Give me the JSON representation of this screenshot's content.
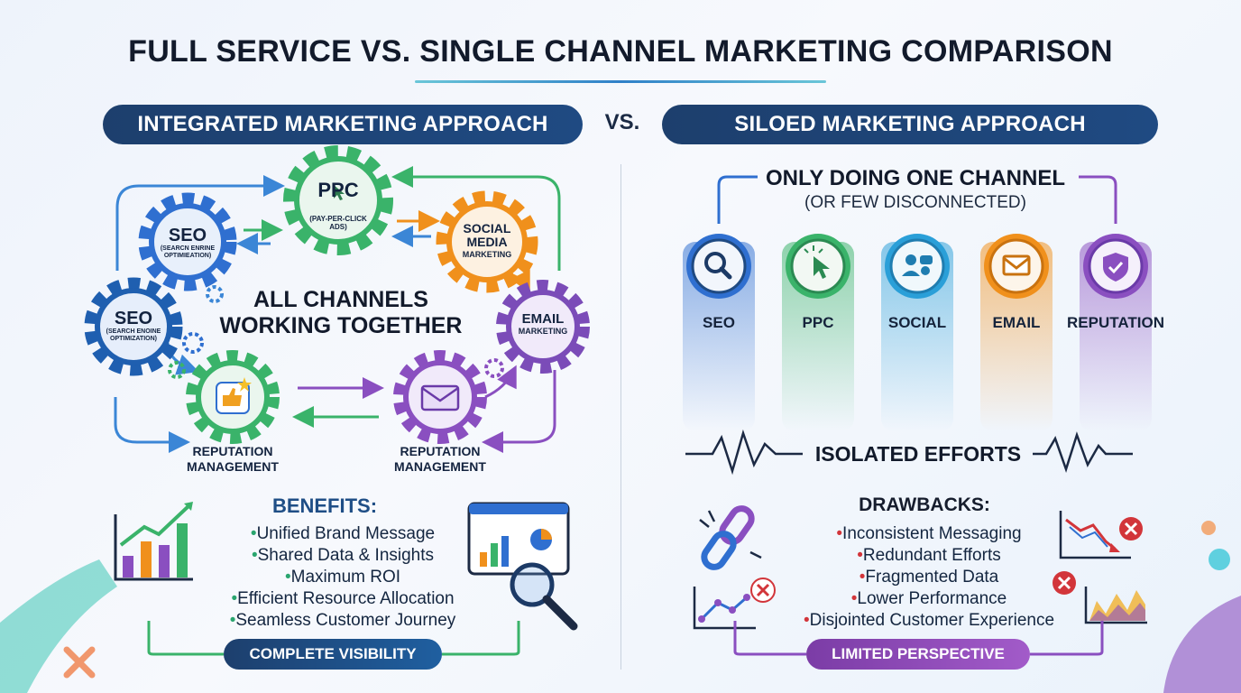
{
  "title": "FULL SERVICE VS. SINGLE CHANNEL MARKETING COMPARISON",
  "left_header": "INTEGRATED MARKETING APPROACH",
  "vs": "VS.",
  "right_header": "SILOED MARKETING APPROACH",
  "gears": {
    "ppc": {
      "main": "PPC",
      "sub": "(PAY-PER-CLICK ADS)"
    },
    "seo_top": {
      "main": "SEO",
      "sub": "(SEARCN ENRINE OPTIMIEATION)"
    },
    "social": {
      "main": "SOCIAL MEDIA",
      "sub": "MARKETING"
    },
    "seo_left": {
      "main": "SEO",
      "sub": "(SEARCH ENOINE OPTIMIZATION)"
    },
    "email": {
      "main": "EMAIL",
      "sub": "MARKETING"
    }
  },
  "center_text": {
    "line1": "ALL CHANNELS",
    "line2": "WORKING TOGETHER"
  },
  "reputation_left": {
    "line1": "REPUTATION",
    "line2": "MANAGEMENT"
  },
  "reputation_right": {
    "line1": "REPUTATION",
    "line2": "MANAGEMENT"
  },
  "benefits": {
    "title": "BENEFITS:",
    "items": [
      "Unified Brand Message",
      "Shared Data & Insights",
      "Maximum ROI",
      "Efficient Resource Allocation",
      "Seamless Customer Journey"
    ],
    "footer": "COMPLETE VISIBILITY"
  },
  "siloed": {
    "heading": "ONLY DOING ONE CHANNEL",
    "subheading": "(OR FEW DISCONNECTED)",
    "channels": [
      {
        "label": "SEO",
        "color": "#2f6fd0",
        "icon": "search-icon"
      },
      {
        "label": "PPC",
        "color": "#3ab36a",
        "icon": "cursor-click-icon"
      },
      {
        "label": "SOCIAL",
        "color": "#2a9fd8",
        "icon": "users-chat-icon"
      },
      {
        "label": "EMAIL",
        "color": "#f0901c",
        "icon": "envelope-icon"
      },
      {
        "label": "REPUTATION",
        "color": "#8a4fc0",
        "icon": "shield-check-icon"
      }
    ],
    "isolated": "ISOLATED EFFORTS"
  },
  "drawbacks": {
    "title": "DRAWBACKS:",
    "items": [
      "Inconsistent Messaging",
      "Redundant Efforts",
      "Fragmented Data",
      "Lower Performance",
      "Disjointed Customer Experience"
    ],
    "footer": "LIMITED PERSPECTIVE"
  },
  "colors": {
    "navy": "#1d3f6d",
    "green": "#3ab36a",
    "orange": "#f0901c",
    "purple": "#8a4fc0",
    "blue": "#2f6fd0",
    "red": "#d2353a"
  }
}
